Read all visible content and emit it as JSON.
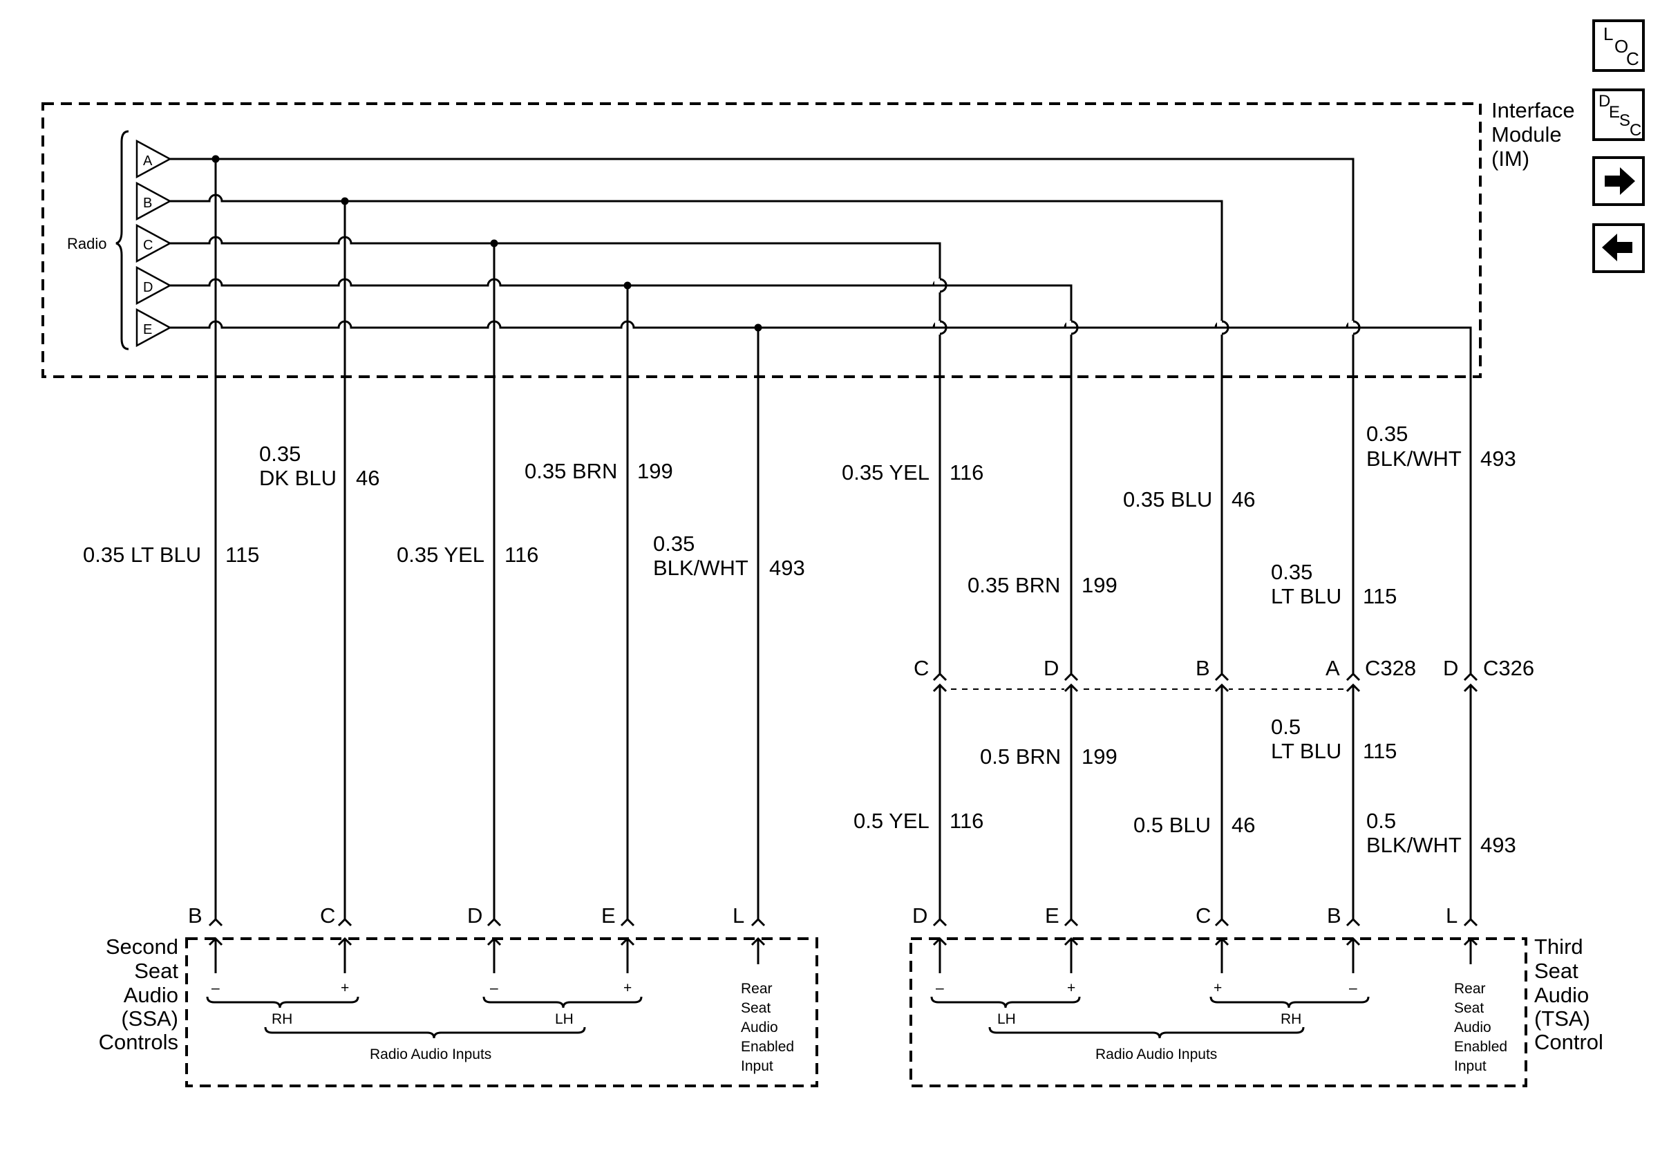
{
  "nav": {
    "loc": {
      "main": "L",
      "sub1": "O",
      "sub2": "C"
    },
    "desc": {
      "main": "D",
      "sub1": "E",
      "sub2": "S",
      "sub3": "C"
    }
  },
  "interface_module": {
    "title": [
      "Interface",
      "Module",
      "(IM)"
    ]
  },
  "radio": {
    "label": "Radio",
    "pins": [
      "A",
      "B",
      "C",
      "D",
      "E"
    ]
  },
  "upper_wires": [
    {
      "lines": [
        "0.35 LT BLU"
      ],
      "circuit": "115"
    },
    {
      "lines": [
        "0.35",
        "DK BLU"
      ],
      "circuit": "46"
    },
    {
      "lines": [
        "0.35 YEL"
      ],
      "circuit": "116"
    },
    {
      "lines": [
        "0.35 BRN"
      ],
      "circuit": "199"
    },
    {
      "lines": [
        "0.35",
        "BLK/WHT"
      ],
      "circuit": "493"
    },
    {
      "lines": [
        "0.35 YEL"
      ],
      "circuit": "116"
    },
    {
      "lines": [
        "0.35 BRN"
      ],
      "circuit": "199"
    },
    {
      "lines": [
        "0.35 BLU"
      ],
      "circuit": "46"
    },
    {
      "lines": [
        "0.35",
        "LT BLU"
      ],
      "circuit": "115"
    },
    {
      "lines": [
        "0.35",
        "BLK/WHT"
      ],
      "circuit": "493"
    }
  ],
  "connectors": {
    "c328": {
      "name": "C328",
      "pins": [
        "C",
        "D",
        "B",
        "A"
      ]
    },
    "c326": {
      "name": "C326",
      "pins": [
        "D"
      ]
    }
  },
  "lower_wires": [
    {
      "lines": [
        "0.5 YEL"
      ],
      "circuit": "116"
    },
    {
      "lines": [
        "0.5 BRN"
      ],
      "circuit": "199"
    },
    {
      "lines": [
        "0.5 BLU"
      ],
      "circuit": "46"
    },
    {
      "lines": [
        "0.5",
        "LT BLU"
      ],
      "circuit": "115"
    },
    {
      "lines": [
        "0.5",
        "BLK/WHT"
      ],
      "circuit": "493"
    }
  ],
  "ssa": {
    "title": [
      "Second",
      "Seat",
      "Audio",
      "(SSA)",
      "Controls"
    ],
    "pins": [
      "B",
      "C",
      "D",
      "E",
      "L"
    ],
    "polarity": [
      "–",
      "+",
      "–",
      "+"
    ],
    "groups": [
      "RH",
      "LH"
    ],
    "inputs_label": "Radio Audio Inputs",
    "enabled_label": [
      "Rear",
      "Seat",
      "Audio",
      "Enabled",
      "Input"
    ]
  },
  "tsa": {
    "title": [
      "Third",
      "Seat",
      "Audio",
      "(TSA)",
      "Control"
    ],
    "pins": [
      "D",
      "E",
      "C",
      "B",
      "L"
    ],
    "polarity": [
      "–",
      "+",
      "+",
      "–"
    ],
    "groups": [
      "LH",
      "RH"
    ],
    "inputs_label": "Radio Audio Inputs",
    "enabled_label": [
      "Rear",
      "Seat",
      "Audio",
      "Enabled",
      "Input"
    ]
  }
}
